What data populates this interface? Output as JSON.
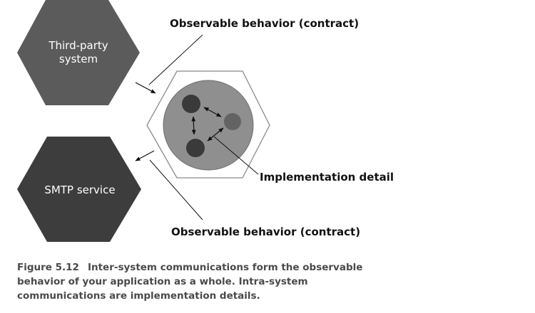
{
  "diagram": {
    "third_party_label_line1": "Third-party",
    "third_party_label_line2": "system",
    "smtp_label": "SMTP service",
    "callout_top": "Observable behavior (contract)",
    "callout_bottom": "Observable behavior (contract)",
    "callout_impl": "Implementation detail"
  },
  "caption": {
    "figure_number": "Figure 5.12",
    "text": "Inter-system communications form the observable behavior of your application as a whole. Intra-system communications are implementation details."
  },
  "colors": {
    "third_party_fill": "#5b5b5b",
    "smtp_fill": "#3d3d3d",
    "app_hex_stroke": "#8a8a8a",
    "circle_fill": "#8f8f8f",
    "node_dark": "#3a3a3a",
    "node_mid": "#636363",
    "caption_text": "#4a4a4a"
  }
}
